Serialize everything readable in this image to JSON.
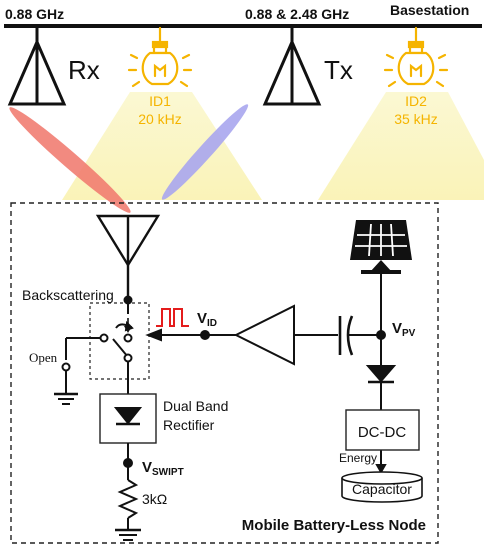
{
  "header": {
    "freq_rx": "0.88 GHz",
    "freq_tx": "0.88 & 2.48 GHz",
    "basestation": "Basestation",
    "rx": "Rx",
    "tx": "Tx",
    "id1": "ID1",
    "id1_freq": "20 kHz",
    "id2": "ID2",
    "id2_freq": "35 kHz"
  },
  "node": {
    "backscattering": "Backscattering",
    "open": "Open",
    "v": "V",
    "id_sub": "ID",
    "pv_sub": "PV",
    "swipt_sub": "SWIPT",
    "rectifier_line1": "Dual Band",
    "rectifier_line2": "Rectifier",
    "resistor": "3kΩ",
    "dcdc": "DC-DC",
    "energy": "Energy",
    "capacitor": "Capacitor",
    "title": "Mobile Battery-Less Node"
  },
  "colors": {
    "beam_rx": "#f07a6e",
    "beam_tx": "#a9a6ee",
    "bulb": "#f5b400",
    "light_cone": "#fbf7c4",
    "pulse": "#e41c1c"
  }
}
